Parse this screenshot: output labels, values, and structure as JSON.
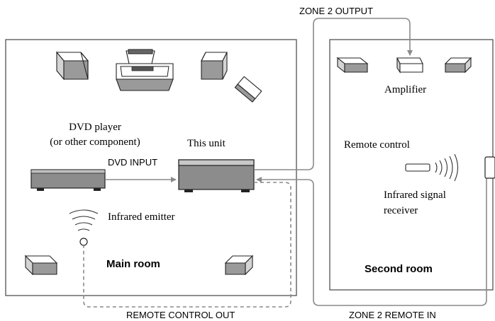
{
  "labels": {
    "zone2_output": "ZONE 2 OUTPUT",
    "amplifier": "Amplifier",
    "dvd_player_line1": "DVD player",
    "dvd_player_line2": "(or other component)",
    "this_unit": "This unit",
    "dvd_input": "DVD INPUT",
    "remote_control": "Remote control",
    "infrared_emitter": "Infrared emitter",
    "infrared_receiver_line1": "Infrared signal",
    "infrared_receiver_line2": "receiver",
    "main_room": "Main room",
    "second_room": "Second room",
    "remote_control_out": "REMOTE CONTROL OUT",
    "zone2_remote_in": "ZONE 2 REMOTE IN"
  },
  "colors": {
    "wire": "#8a8a8a",
    "device_dark": "#7a7a7a",
    "room_border": "#444444"
  },
  "icons": [
    "speaker-icon",
    "center-speaker-icon",
    "amplifier-icon",
    "av-receiver-icon",
    "dvd-player-icon",
    "infrared-emitter-icon",
    "remote-control-icon",
    "infrared-receiver-icon"
  ]
}
